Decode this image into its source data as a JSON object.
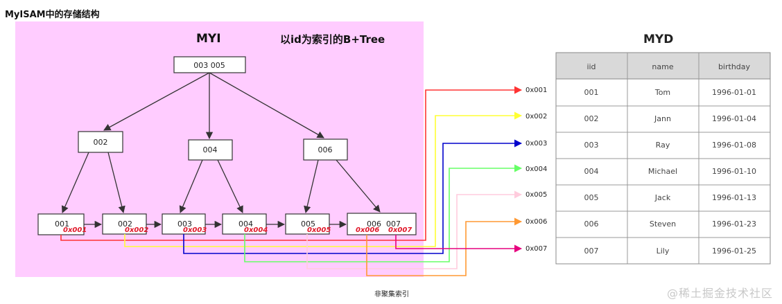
{
  "title": "MyISAM中的存储结构",
  "caption": "非聚集索引",
  "watermark": "@稀土掘金技术社区",
  "myi": {
    "label": "MYI",
    "subtitle": "以id为索引的B+Tree",
    "root": "003  005",
    "internal": [
      "002",
      "004",
      "006"
    ],
    "leaves": [
      {
        "key": "001",
        "addrs": [
          "0x001"
        ]
      },
      {
        "key": "002",
        "addrs": [
          "0x002"
        ]
      },
      {
        "key": "003",
        "addrs": [
          "0x003"
        ]
      },
      {
        "key": "004",
        "addrs": [
          "0x004"
        ]
      },
      {
        "key": "005",
        "addrs": [
          "0x005"
        ]
      },
      {
        "key": "006  007",
        "addrs": [
          "0x006",
          "0x007"
        ]
      }
    ]
  },
  "myd": {
    "label": "MYD",
    "columns": [
      "iid",
      "name",
      "birthday"
    ],
    "rows": [
      {
        "addr": "0x001",
        "cells": [
          "001",
          "Tom",
          "1996-01-01"
        ]
      },
      {
        "addr": "0x002",
        "cells": [
          "002",
          "Jann",
          "1996-01-04"
        ]
      },
      {
        "addr": "0x003",
        "cells": [
          "003",
          "Ray",
          "1996-01-08"
        ]
      },
      {
        "addr": "0x004",
        "cells": [
          "004",
          "Michael",
          "1996-01-10"
        ]
      },
      {
        "addr": "0x005",
        "cells": [
          "005",
          "Jack",
          "1996-01-13"
        ]
      },
      {
        "addr": "0x006",
        "cells": [
          "006",
          "Steven",
          "1996-01-23"
        ]
      },
      {
        "addr": "0x007",
        "cells": [
          "007",
          "Lily",
          "1996-01-25"
        ]
      }
    ]
  },
  "colors": {
    "myi_background": "#ffccff",
    "addr_text": "#e0182a",
    "pointer_lines": [
      "#ff3333",
      "#ffff33",
      "#0000cc",
      "#66ff66",
      "#ffccdd",
      "#ff9933",
      "#e6007e"
    ]
  }
}
